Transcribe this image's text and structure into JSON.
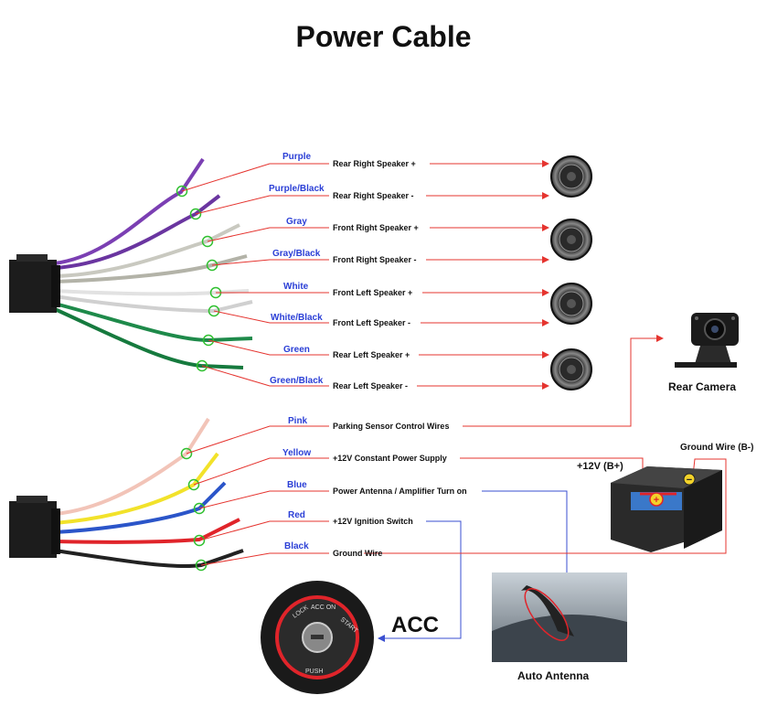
{
  "title": "Power Cable",
  "speaker_wires": [
    {
      "color_name": "Purple",
      "function": "Rear Right Speaker +",
      "wire_color": "#7b3fb3"
    },
    {
      "color_name": "Purple/Black",
      "function": "Rear Right Speaker -",
      "wire_color": "#6a35a0"
    },
    {
      "color_name": "Gray",
      "function": "Front Right Speaker +",
      "wire_color": "#c9c9c0"
    },
    {
      "color_name": "Gray/Black",
      "function": "Front Right Speaker -",
      "wire_color": "#b3b3a8"
    },
    {
      "color_name": "White",
      "function": "Front Left Speaker +",
      "wire_color": "#ececec"
    },
    {
      "color_name": "White/Black",
      "function": "Front Left Speaker -",
      "wire_color": "#dcdcdc"
    },
    {
      "color_name": "Green",
      "function": "Rear Left Speaker +",
      "wire_color": "#1e8a4a"
    },
    {
      "color_name": "Green/Black",
      "function": "Rear Left Speaker -",
      "wire_color": "#167a3e"
    }
  ],
  "power_wires": [
    {
      "color_name": "Pink",
      "function": "Parking Sensor Control Wires",
      "wire_color": "#f2c4b8"
    },
    {
      "color_name": "Yellow",
      "function": "+12V Constant Power Supply",
      "wire_color": "#f2e22a"
    },
    {
      "color_name": "Blue",
      "function": "Power Antenna / Amplifier Turn on",
      "wire_color": "#2b55c9"
    },
    {
      "color_name": "Red",
      "function": "+12V  Ignition Switch",
      "wire_color": "#e0242a"
    },
    {
      "color_name": "Black",
      "function": "Ground Wire",
      "wire_color": "#222222"
    }
  ],
  "devices": {
    "rear_camera": "Rear Camera",
    "battery_positive": "+12V  (B+)",
    "ground_wire": "Ground Wire (B-)",
    "acc": "ACC",
    "auto_antenna": "Auto Antenna",
    "ignition_text": "LOCK ACC ON START PUSH"
  },
  "colors": {
    "label_blue": "#2b3fd6",
    "line_red": "#e5342f",
    "line_blue": "#3a4fd0",
    "marker_green": "#2fc02f"
  }
}
